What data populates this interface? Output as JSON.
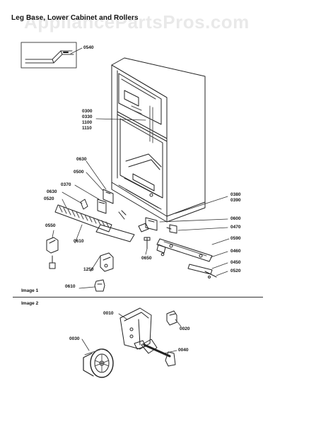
{
  "title": "Leg Base, Lower Cabinet and Rollers",
  "watermark": "AppliancePartsPros.com",
  "image1_label": "Image 1",
  "image2_label": "Image 2",
  "labels": {
    "l0540": "0540",
    "l0300": "0300",
    "l0330": "0330",
    "l1100": "1100",
    "l1110": "1110",
    "l0630a": "0630",
    "l0500": "0500",
    "l0370": "0370",
    "l0630b": "0630",
    "l0520a": "0520",
    "l0380": "0380",
    "l0390": "0390",
    "l0600": "0600",
    "l0470": "0470",
    "l0550": "0550",
    "l0610a": "0610",
    "l0590": "0590",
    "l0460": "0460",
    "l0450": "0450",
    "l0520b": "0520",
    "l1250": "1250",
    "l0650": "0650",
    "l0610b": "0610",
    "l0010": "0010",
    "l0020": "0020",
    "l0030": "0030",
    "l0040": "0040"
  }
}
